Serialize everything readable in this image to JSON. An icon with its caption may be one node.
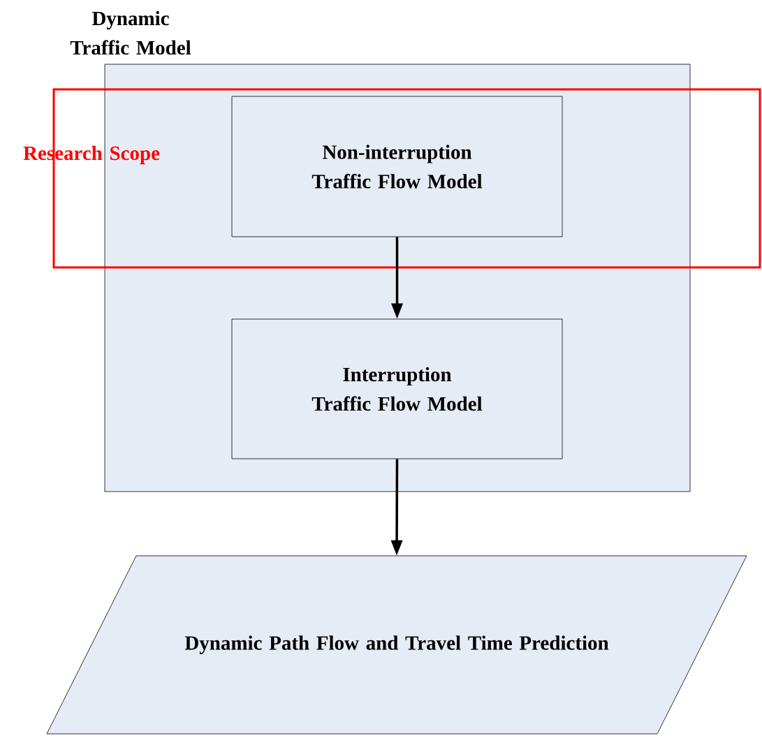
{
  "diagram": {
    "nodes": [
      {
        "text": [
          "Dynamic Traffic Model"
        ]
      },
      {
        "text": [
          "Research Scope"
        ]
      },
      {
        "text": [
          "Non-interruption Traffic Flow Model"
        ],
        "in": 1
      },
      {
        "text": [
          "Interruption Traffic Flow Model"
        ],
        "in": 0
      },
      {
        "text": [
          "Dynamic Path Flow and Travel Time Prediction"
        ]
      }
    ],
    "edges": [
      {
        "from": 2,
        "to": 3,
        "arrow": "to"
      },
      {
        "from": 3,
        "to": 4,
        "arrow": "to"
      }
    ]
  }
}
